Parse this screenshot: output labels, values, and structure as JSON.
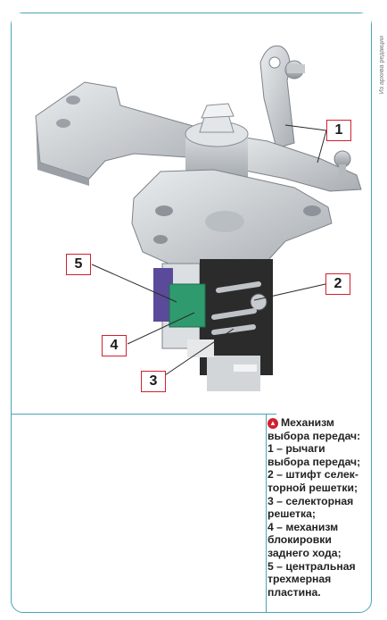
{
  "credit": "Из архива редакции",
  "callouts": {
    "c1": "1",
    "c2": "2",
    "c3": "3",
    "c4": "4",
    "c5": "5"
  },
  "caption": {
    "icon": "chevron-up-icon",
    "lines": [
      "Механизм",
      "выбора передач:",
      "1 – рычаги",
      "выбора передач;",
      "2 – штифт селек-",
      "торной решетки;",
      "3 – селекторная",
      "решетка;",
      "4 – механизм",
      "блокировки",
      "заднего хода;",
      "5 – центральная",
      "трехмерная",
      "пластина."
    ]
  },
  "colors": {
    "frame": "#4aa3b8",
    "callout_border": "#d2202f",
    "metal": "#c8ccd0",
    "green_part": "#2f9a6e",
    "purple_part": "#5b4a9a",
    "dark_part": "#2b2b2b"
  }
}
